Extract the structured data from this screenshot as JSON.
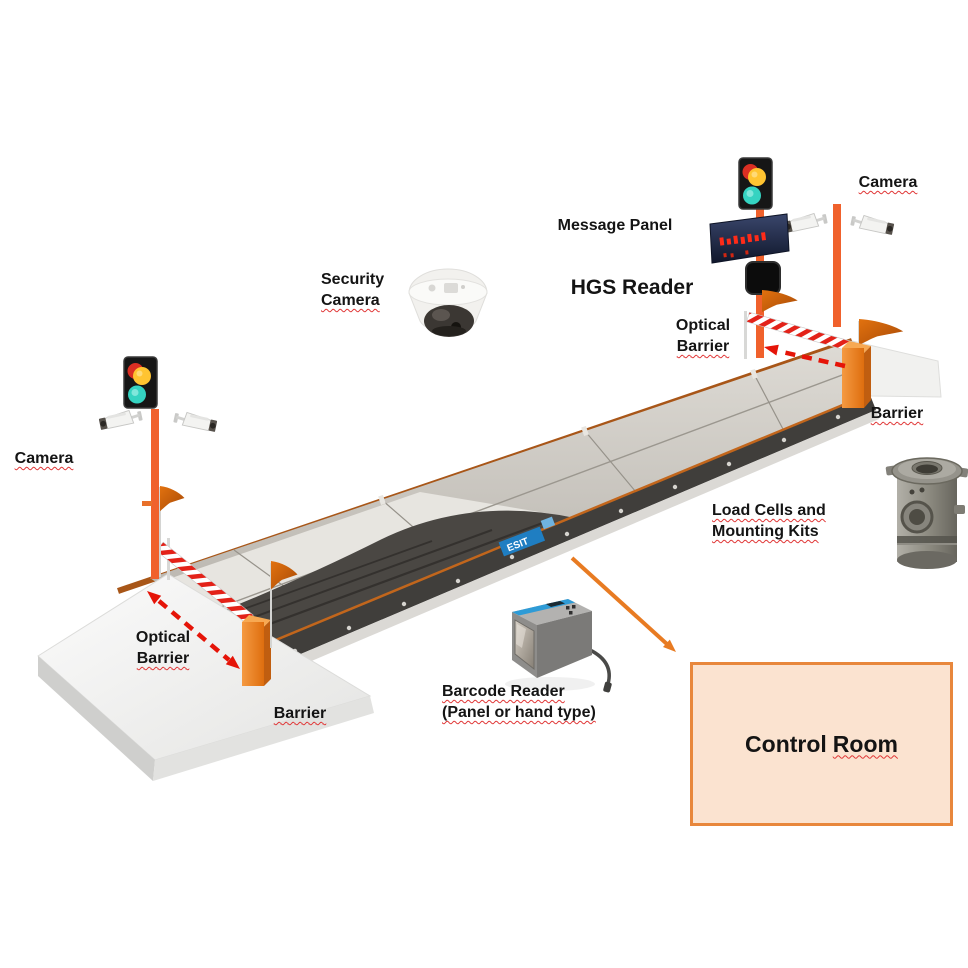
{
  "title": "Weighbridge / truck scale system components diagram",
  "colors": {
    "accent_orange": "#ED7D31",
    "pole_orange": "#F0612C",
    "barrier_post_orange": "#E8791F",
    "stripe_red": "#E32219",
    "dashed_arrow_red": "#E51408",
    "control_room_fill": "#FBE3D0",
    "control_room_border": "#E8873C",
    "label_text": "#141414",
    "squiggle_red": "#E03535",
    "deck_gray": "#C6C2BB",
    "esit_blue": "#1F7EC2"
  },
  "labels": {
    "camera_right": "Camera",
    "message_panel": "Message Panel",
    "hgs_reader": "HGS Reader",
    "optical_barrier_right": {
      "line1": "Optical",
      "line2": "Barrier"
    },
    "barrier_right": "Barrier",
    "camera_left": "Camera",
    "security_camera": {
      "line1": "Security",
      "line2": "Camera"
    },
    "optical_barrier_left": {
      "line1": "Optical",
      "line2": "Barrier"
    },
    "barrier_left": "Barrier",
    "load_cells": {
      "line1": "Load Cells and",
      "line2": "Mounting Kits"
    },
    "barcode_reader": {
      "line1": "Barcode Reader",
      "line2": "(Panel or hand type)"
    },
    "control_room": {
      "word1": "Control",
      "word2": "Room"
    },
    "scale_brand": "ESIT"
  }
}
